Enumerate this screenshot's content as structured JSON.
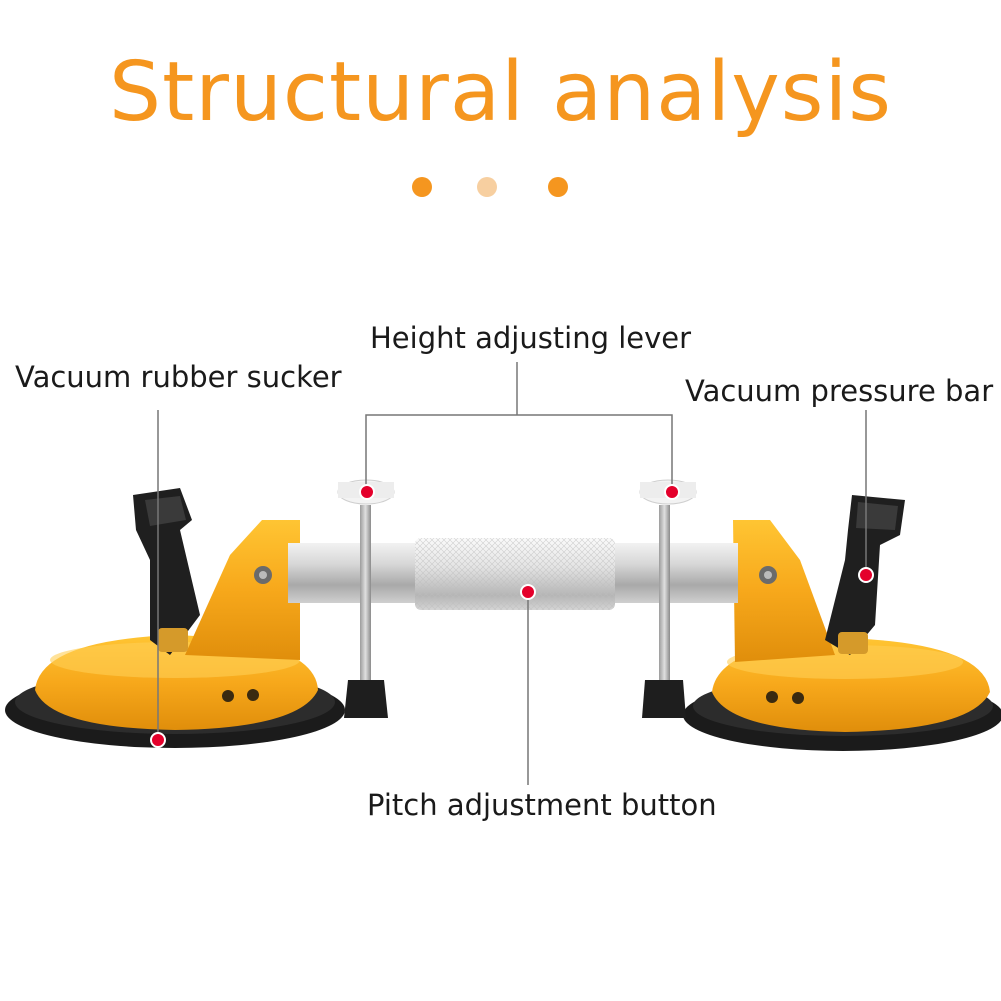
{
  "title": "Structural analysis",
  "colors": {
    "title": "#f5961f",
    "dot_primary": "#f5961f",
    "dot_light": "#f7cfa0",
    "body_yellow": "#f7a81b",
    "marker_red": "#e4002b"
  },
  "callouts": {
    "height_lever": "Height adjusting lever",
    "rubber_sucker": "Vacuum rubber sucker",
    "pressure_bar": "Vacuum pressure bar",
    "pitch_button": "Pitch adjustment button"
  }
}
